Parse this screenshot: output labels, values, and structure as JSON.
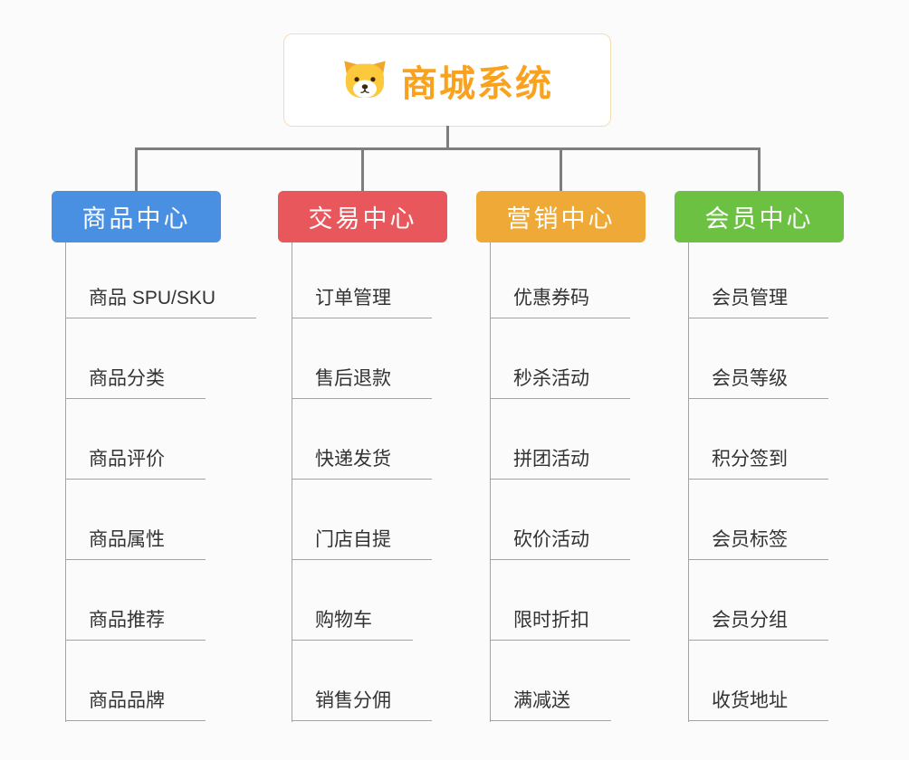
{
  "root": {
    "title": "商城系统",
    "title_color": "#faa21e",
    "icon": "dog-icon",
    "border_color": "#f5ddb0"
  },
  "connector_color": "#7e7e7e",
  "branches": [
    {
      "label": "商品中心",
      "color": "#4a90e2",
      "children": [
        "商品 SPU/SKU",
        "商品分类",
        "商品评价",
        "商品属性",
        "商品推荐",
        "商品品牌"
      ]
    },
    {
      "label": "交易中心",
      "color": "#e8575c",
      "children": [
        "订单管理",
        "售后退款",
        "快递发货",
        "门店自提",
        "购物车",
        "销售分佣"
      ]
    },
    {
      "label": "营销中心",
      "color": "#efa937",
      "children": [
        "优惠券码",
        "秒杀活动",
        "拼团活动",
        "砍价活动",
        "限时折扣",
        "满减送"
      ]
    },
    {
      "label": "会员中心",
      "color": "#6cc143",
      "children": [
        "会员管理",
        "会员等级",
        "积分签到",
        "会员标签",
        "会员分组",
        "收货地址"
      ]
    }
  ]
}
